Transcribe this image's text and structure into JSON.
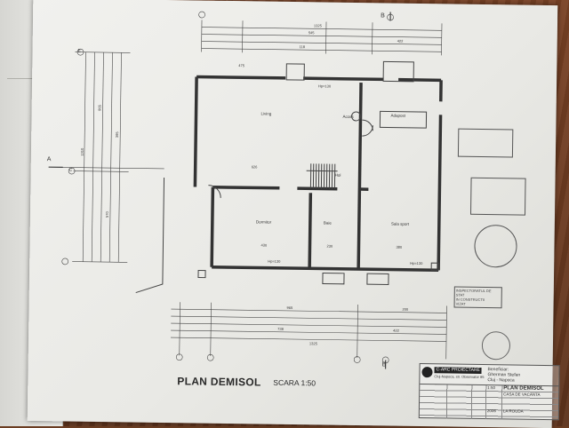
{
  "drawing": {
    "title": "PLAN DEMISOL",
    "scale": "SCARA 1:50"
  },
  "rooms": {
    "living": "Living",
    "hol": "Hol",
    "acces": "Acces",
    "adapost": "Adapost",
    "dormitor": "Dormitor",
    "baie": "Baie",
    "sala_sport": "Sala sport"
  },
  "dimensions": {
    "top_overall": "1325",
    "top_a": "545",
    "top_b": "422",
    "top_c": "118",
    "top_d": "475",
    "bottom_overall": "1325",
    "bottom_a": "965",
    "bottom_b": "200",
    "bottom_c": "738",
    "bottom_d": "422",
    "left_overall": "1310",
    "left_a": "965",
    "left_b": "570",
    "left_c": "395",
    "living_w": "626",
    "dorm_w": "430",
    "baie_w": "230",
    "sport_w": "380",
    "hp": "Hp=130"
  },
  "axes": {
    "a": "A",
    "b": "B",
    "c": "C",
    "e": "E"
  },
  "title_block": {
    "brand": "C-ARC PROIECTARE",
    "address": "Cluj-Napoca, str. Observator 95",
    "beneficiar_label": "Beneficiar:",
    "beneficiar": "Gherman Stefan",
    "location": "Cluj - Napoca",
    "plan": "PLAN DEMISOL",
    "project": "CASA DE VACANTA",
    "scale": "1:50",
    "year": "2006",
    "place": "LA ROUDA"
  },
  "stamp": {
    "line1": "INSPECTORATUL DE STAT",
    "line2": "IN CONSTRUCTII",
    "line3": "VIZAT"
  }
}
